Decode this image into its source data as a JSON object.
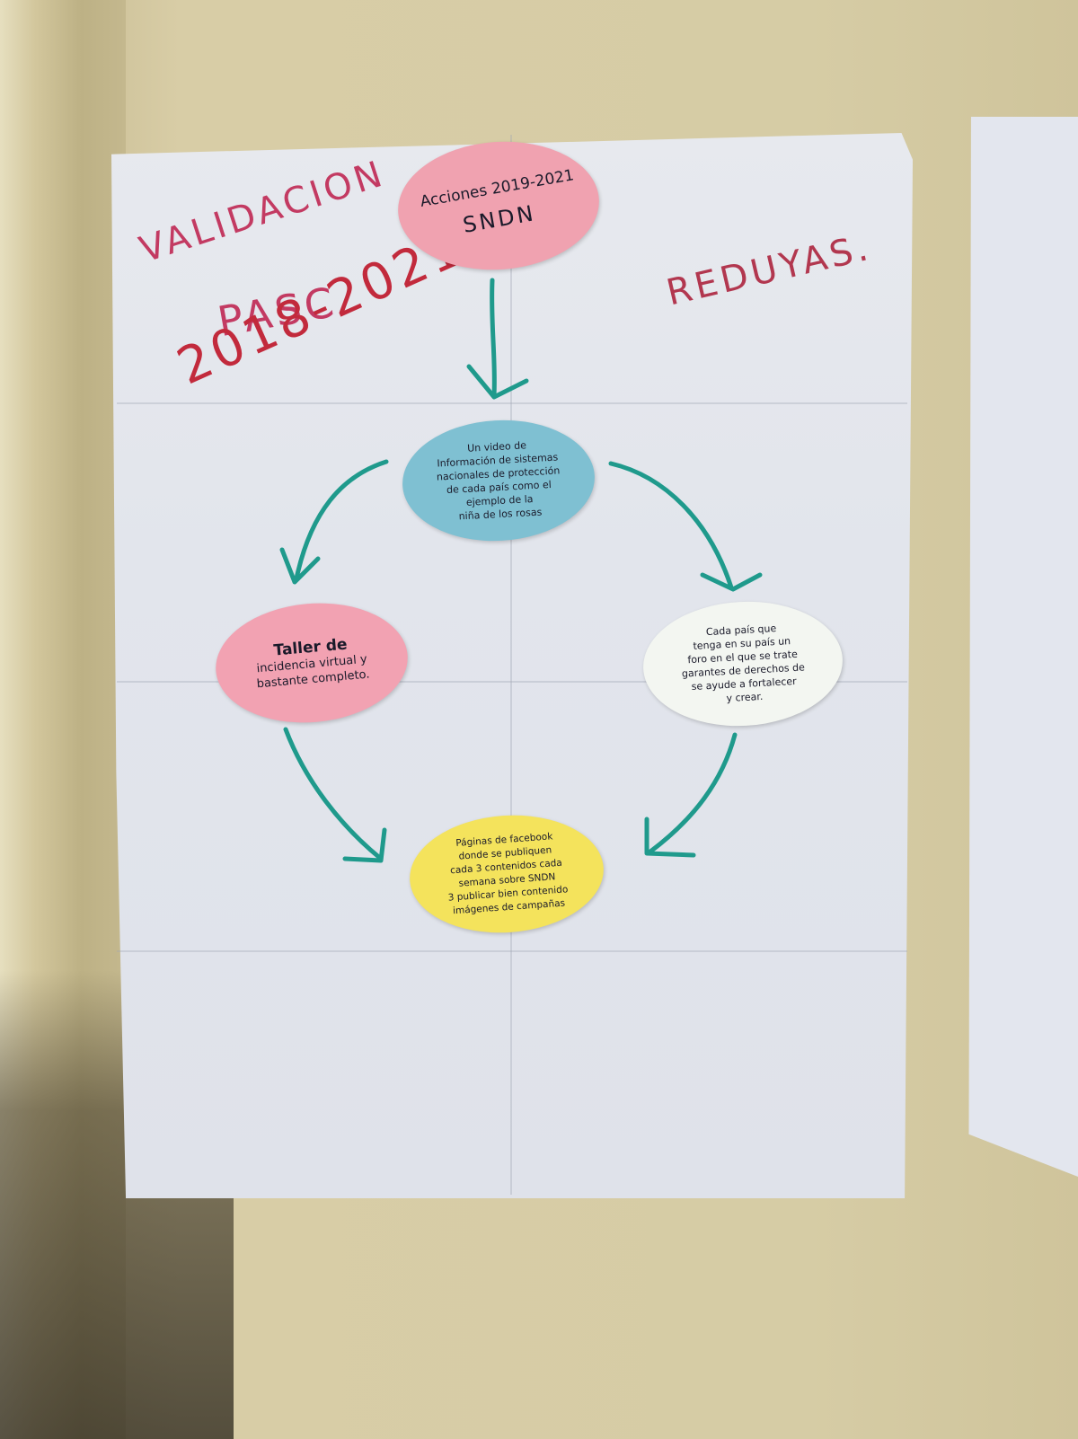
{
  "scene": {
    "title_line1": "VALIDACION",
    "title_line2": "PASC",
    "title_line3": "2018-2021",
    "right_note": "REDUYAS."
  },
  "nodes": {
    "top": {
      "line1": "Acciones 2019-2021",
      "line2": "SNDN"
    },
    "middle": {
      "lines": [
        "Un video de",
        "Información de sistemas",
        "nacionales de protección",
        "de cada país como el",
        "ejemplo de la",
        "niña de los rosas"
      ]
    },
    "left": {
      "title": "Taller de",
      "lines": [
        "incidencia virtual y",
        "bastante completo."
      ]
    },
    "right": {
      "lines": [
        "Cada país que",
        "tenga en su país un",
        "foro en el que se trate",
        "garantes de derechos de",
        "se ayude a fortalecer",
        "y crear."
      ]
    },
    "bottom": {
      "lines": [
        "Páginas de facebook",
        "donde se publiquen",
        "cada 3 contenidos cada",
        "semana sobre SNDN",
        "3 publicar bien contenido",
        "imágenes de campañas"
      ]
    }
  },
  "colors": {
    "arrow": "#1f9a8c",
    "title": "#c33a62",
    "top_node": "#f0a2b0",
    "middle_node": "#7fc0d2",
    "left_node": "#f2a2b2",
    "right_node": "#f3f6f1",
    "bottom_node": "#f4e35c"
  }
}
